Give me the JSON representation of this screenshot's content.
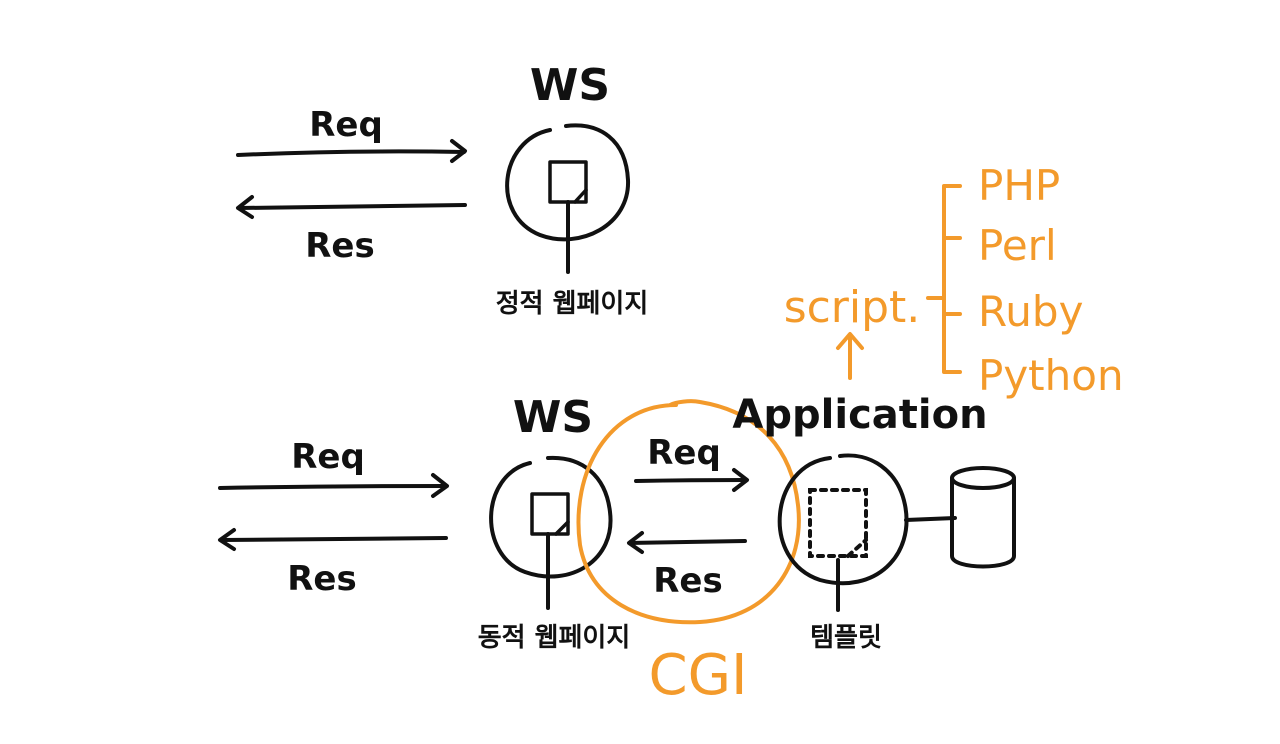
{
  "colors": {
    "ink": "#111111",
    "accent": "#F39A2B",
    "background": "#ffffff"
  },
  "static": {
    "server_label": "WS",
    "req_label": "Req",
    "res_label": "Res",
    "page_label": "정적 웹페이지"
  },
  "dynamic": {
    "server_label": "WS",
    "req_label": "Req",
    "res_label": "Res",
    "page_label": "동적 웹페이지",
    "inner_req_label": "Req",
    "inner_res_label": "Res",
    "cgi_label": "CGI",
    "application_label": "Application",
    "template_label": "템플릿",
    "database_icon": "database-icon"
  },
  "script": {
    "label": "script.",
    "languages": [
      "PHP",
      "Perl",
      "Ruby",
      "Python"
    ]
  }
}
